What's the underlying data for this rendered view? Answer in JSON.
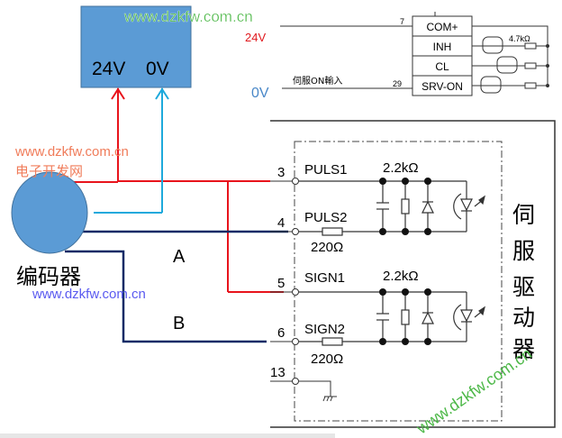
{
  "power_supply": {
    "label_24v": "24V",
    "label_0v": "0V",
    "color": "#5b9bd5"
  },
  "watermarks": {
    "top": "www.dzkfw.com.cn",
    "left_url": "www.dzkfw.com.cn",
    "left_cn": "电子开发网",
    "middle": "www.dzkfw.com.cn",
    "diagonal": "www.dzkfw.com.cn"
  },
  "encoder": {
    "label": "编码器",
    "color": "#5b9bd5",
    "channel_a": "A",
    "channel_b": "B"
  },
  "top_right_panel": {
    "label_24v": "24V",
    "label_0v": "0V",
    "srv_on_input_label": "伺服ON輸入",
    "pin_7": "7",
    "pin_29": "29",
    "terminals": [
      "COM+",
      "INH",
      "CL",
      "SRV-ON"
    ],
    "resistor_label": "4.7kΩ"
  },
  "servo_driver": {
    "title_chars": [
      "伺",
      "服",
      "驱",
      "动",
      "器"
    ],
    "pins": [
      {
        "number": "3",
        "name": "PULS1"
      },
      {
        "number": "4",
        "name": "PULS2"
      },
      {
        "number": "5",
        "name": "SIGN1"
      },
      {
        "number": "6",
        "name": "SIGN2"
      },
      {
        "number": "13",
        "name": ""
      }
    ],
    "resistor_upper_1": "2.2kΩ",
    "resistor_lower_1": "220Ω",
    "resistor_upper_2": "2.2kΩ",
    "resistor_lower_2": "220Ω"
  },
  "colors": {
    "red_wire": "#e8141c",
    "cyan_wire": "#1ea9dc",
    "navy_wire": "#0f2a66",
    "watermark_green": "#4db848",
    "watermark_orange": "#f07c5a",
    "watermark_blue": "#5a5af0",
    "label_blue": "#4a88c8",
    "label_red": "#e0191e"
  }
}
